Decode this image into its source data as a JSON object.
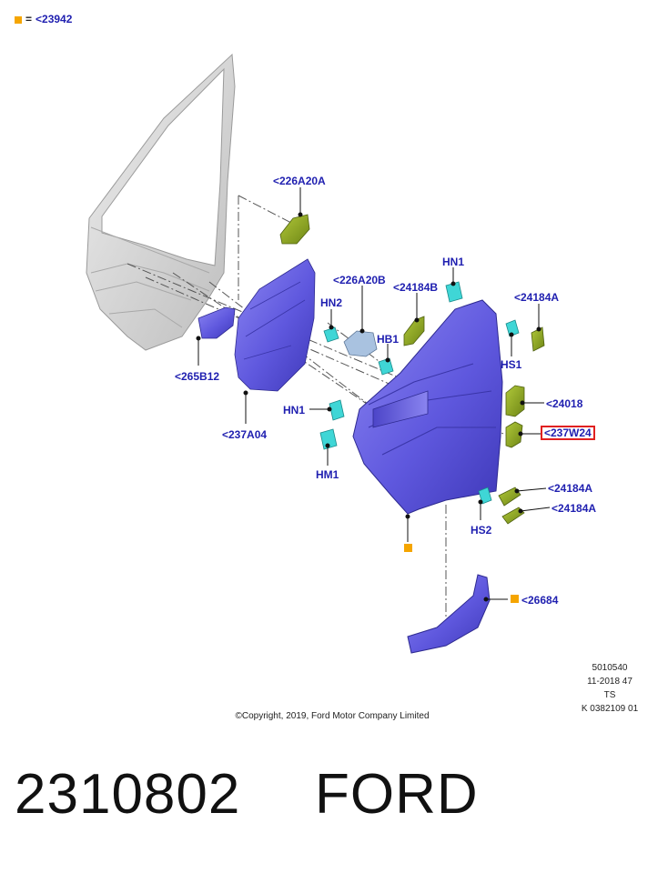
{
  "legend": {
    "symbol": "=",
    "text": "<23942"
  },
  "callouts": {
    "c226A20A": "<226A20A",
    "c226A20B": "<226A20B",
    "c24184B": "<24184B",
    "cHN1_top": "HN1",
    "c24184A_top": "<24184A",
    "cHN2": "HN2",
    "cHB1": "HB1",
    "cHS1": "HS1",
    "c265B12": "<265B12",
    "c24018": "<24018",
    "cHN1_mid": "HN1",
    "c237W24": "<237W24",
    "c237A04": "<237A04",
    "cHM1": "HM1",
    "c24184A_a": "<24184A",
    "c24184A_b": "<24184A",
    "cHS2": "HS2",
    "c26684": "<26684"
  },
  "reference": [
    "5010540",
    "11-2018 47",
    "TS",
    "K 0382109 01"
  ],
  "copyright": "©Copyright, 2019, Ford Motor Company Limited",
  "part_number": "2310802",
  "brand": "FORD",
  "colors": {
    "callout_text": "#1f1fb0",
    "highlight_border": "#e02020",
    "marker_orange": "#f5a500",
    "trim_panel_blue": "#6a63e6",
    "bracket_green": "#8aa21e",
    "fastener_cyan": "#3fd6d6",
    "door_frame_gray": "#d9d9d9"
  }
}
